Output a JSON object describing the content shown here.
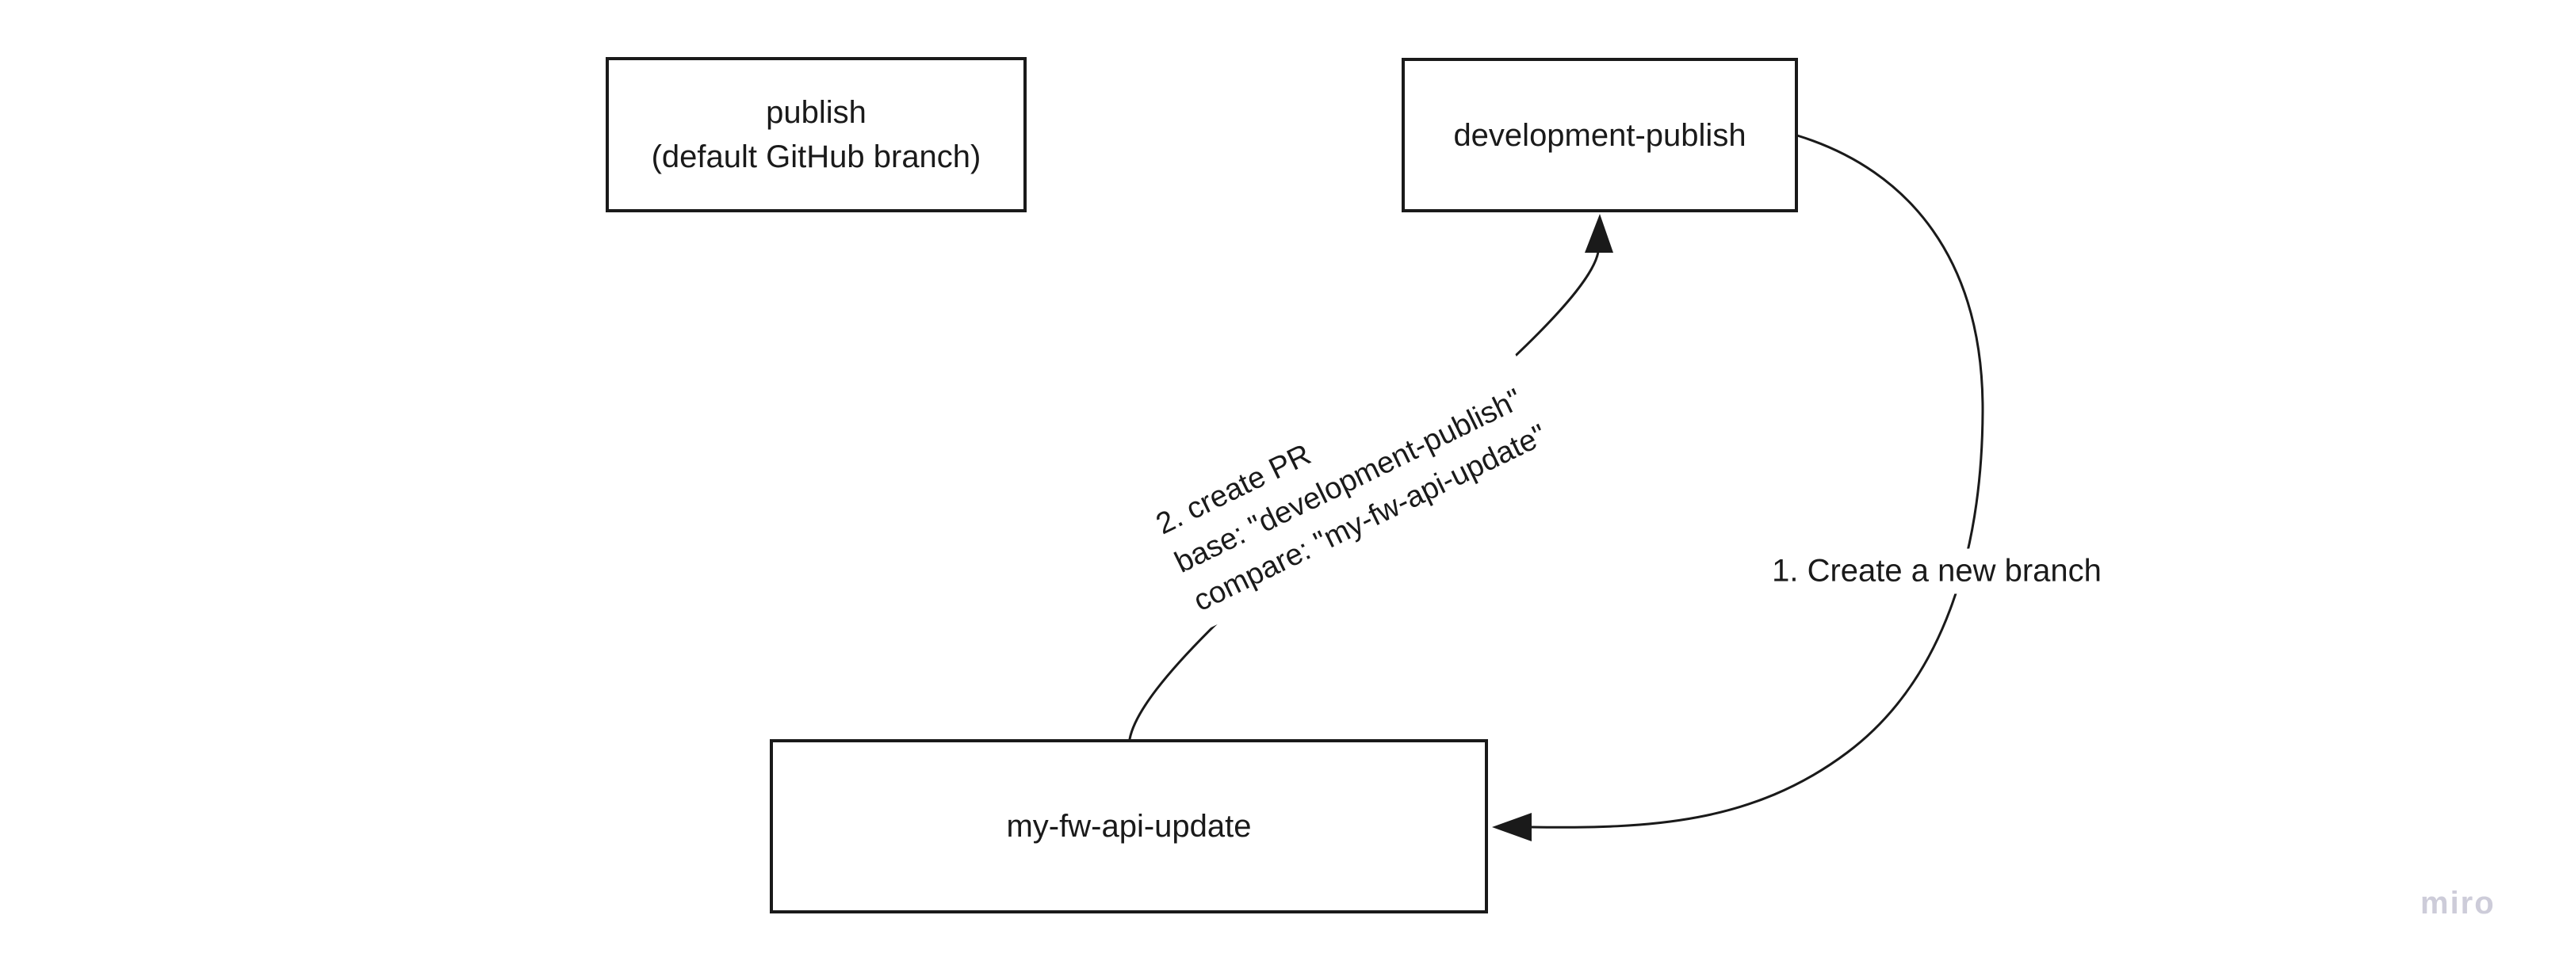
{
  "canvas": {
    "background": "#ffffff",
    "ink_color": "#1a1a1a",
    "watermark_color": "#cdccd9"
  },
  "nodes": {
    "publish": {
      "label_line1": "publish",
      "label_line2": "(default GitHub branch)"
    },
    "development_publish": {
      "label": "development-publish"
    },
    "my_fw_api_update": {
      "label": "my-fw-api-update"
    }
  },
  "connectors": {
    "create_branch": {
      "label": "1. Create a new branch"
    },
    "create_pr": {
      "lines": [
        "2. create PR",
        "base: \"development-publish\"",
        "compare: \"my-fw-api-update\""
      ]
    }
  },
  "watermark": {
    "text": "miro"
  }
}
